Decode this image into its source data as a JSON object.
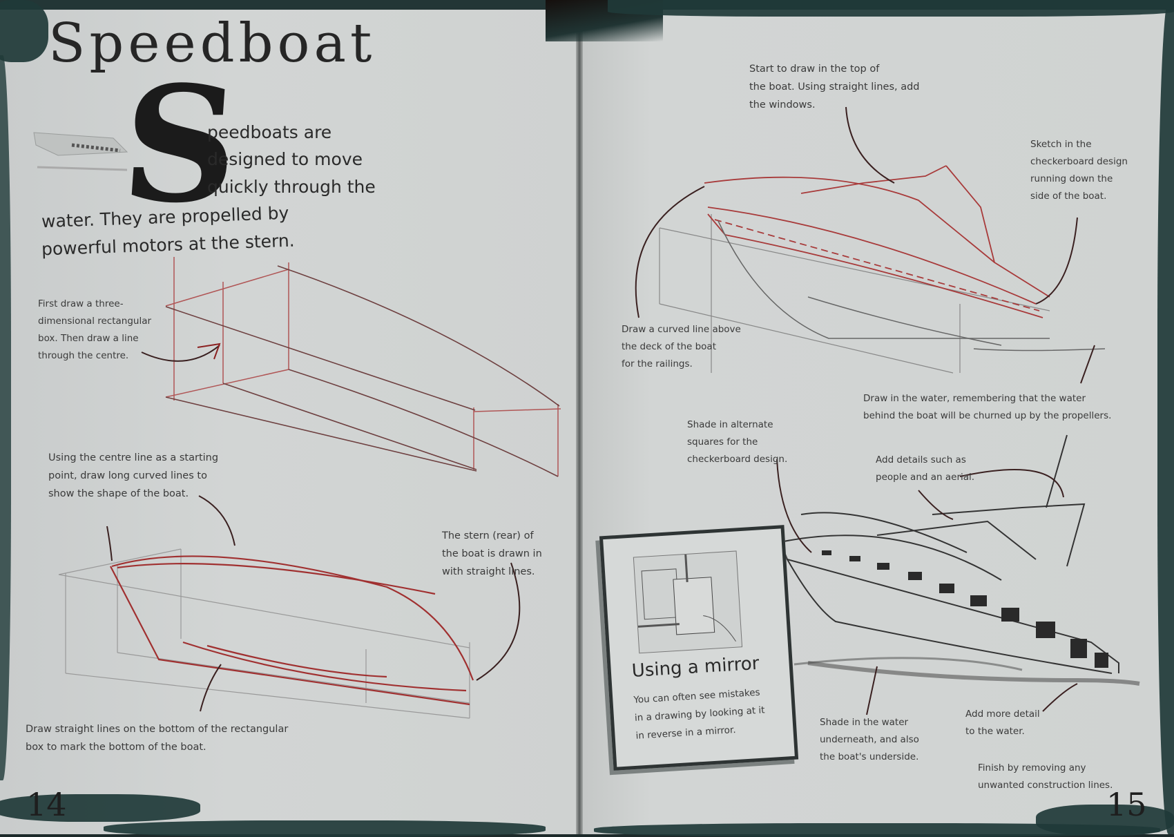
{
  "book": {
    "left_page": {
      "title": "Speedboat",
      "dropcap": "S",
      "intro_lines": [
        "peedboats are",
        "designed to move",
        "quickly through the",
        "water. They are propelled by",
        "powerful motors at the stern."
      ],
      "steps": [
        {
          "id": "step-box",
          "text": "First draw a three-\ndimensional rectangular\nbox. Then draw a line\nthrough the centre."
        },
        {
          "id": "step-curves",
          "text": "Using the centre line as a starting\npoint, draw long curved lines to\nshow the shape of the boat."
        },
        {
          "id": "step-stern",
          "text": "The stern (rear) of\nthe boat is drawn in\nwith straight lines."
        },
        {
          "id": "step-bottom",
          "text": "Draw straight lines on the bottom of the rectangular\nbox to mark the bottom of the boat."
        }
      ],
      "page_number": "14"
    },
    "right_page": {
      "steps": [
        {
          "id": "step-top",
          "text": "Start to draw in the top of\nthe boat. Using straight lines, add\nthe windows."
        },
        {
          "id": "step-checker-sketch",
          "text": "Sketch in the\ncheckerboard design\nrunning down the\nside of the boat."
        },
        {
          "id": "step-railings",
          "text": "Draw a curved line above\nthe deck of the boat\nfor the railings."
        },
        {
          "id": "step-water",
          "text": "Draw in the water, remembering that the water\nbehind the boat will be churned up by the propellers."
        },
        {
          "id": "step-shade-checker",
          "text": "Shade in alternate\nsquares for the\ncheckerboard design."
        },
        {
          "id": "step-details",
          "text": "Add details such as\npeople and an aerial."
        },
        {
          "id": "step-shade-water",
          "text": "Shade in the water\nunderneath, and also\nthe boat's underside."
        },
        {
          "id": "step-more-water",
          "text": "Add more detail\nto the water."
        },
        {
          "id": "step-finish",
          "text": "Finish by removing any\nunwanted construction lines."
        }
      ],
      "tip_box": {
        "title": "Using a mirror",
        "body": "You can often see mistakes in a drawing by looking at it in reverse in a mirror."
      },
      "page_number": "15"
    },
    "colors": {
      "paper": "#d0d3d2",
      "border": "#1f3a38",
      "construction_line": "#b04a4a",
      "ink": "#2a2a2a"
    }
  }
}
